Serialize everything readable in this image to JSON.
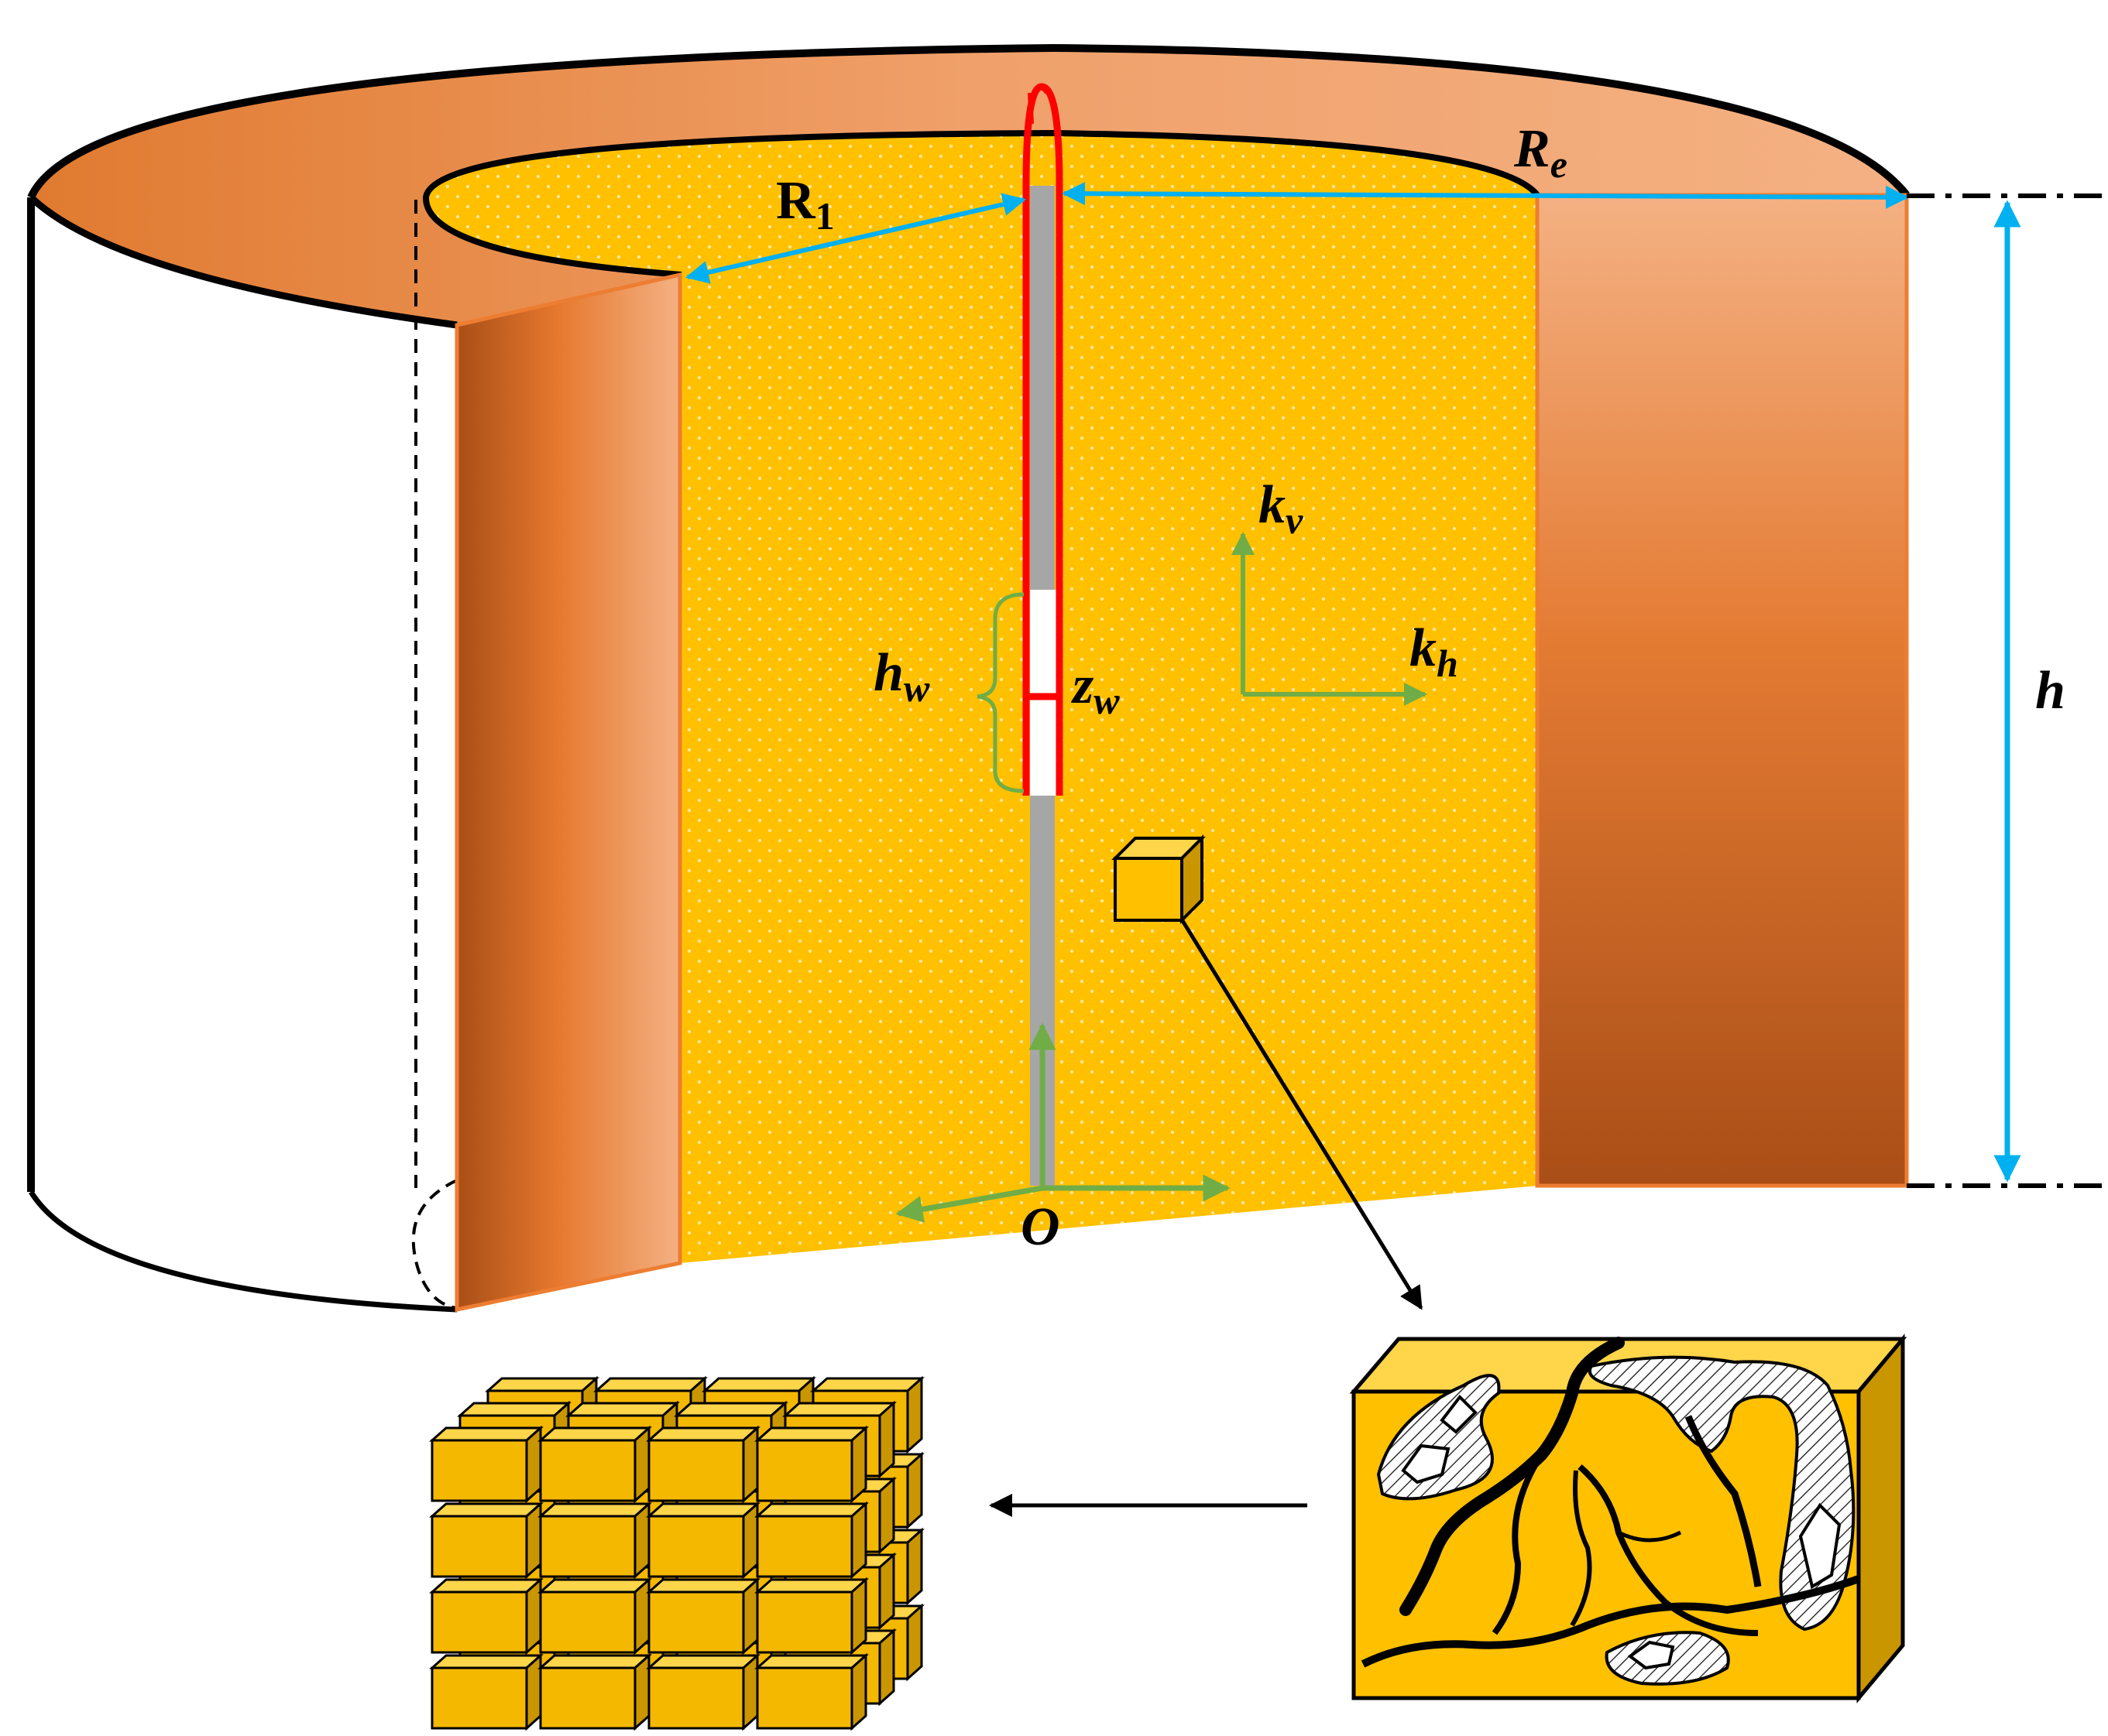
{
  "labels": {
    "r1": "R",
    "r1_sub": "1",
    "re": "R",
    "re_sub": "e",
    "h": "h",
    "hw": "h",
    "hw_sub": "w",
    "zw": "z",
    "zw_sub": "w",
    "kv": "k",
    "kv_sub": "v",
    "kh": "k",
    "kh_sub": "h",
    "origin": "O"
  },
  "colors": {
    "reservoir": "#FFC000",
    "outer_ring_light": "#F4B183",
    "outer_ring_dark": "#B5561A",
    "dimension": "#00B0F0",
    "axis": "#70AD47",
    "well_casing": "#FF0000",
    "well_string": "#A6A6A6",
    "cube": "#F5B800"
  },
  "icons": {
    "representative_element": "cube-icon",
    "porous_block": "fractured-vuggy-block-icon",
    "cube_stack": "cube-lattice-icon"
  }
}
